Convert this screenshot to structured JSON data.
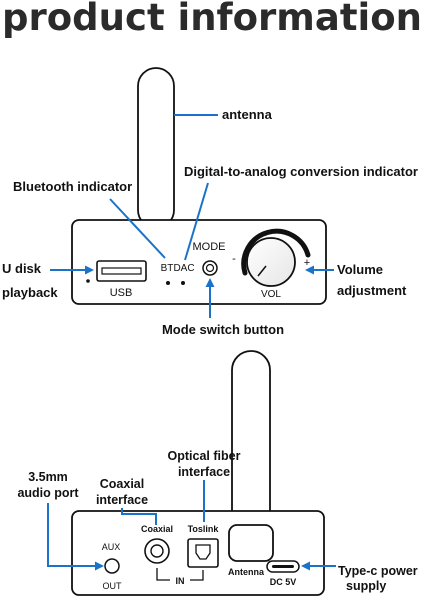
{
  "title": "product information",
  "top_view": {
    "labels": {
      "antenna": "antenna",
      "digital_analog_indicator": "Digital-to-analog conversion indicator",
      "bluetooth_indicator": "Bluetooth indicator",
      "u_disk_line1": "U disk",
      "u_disk_line2": "playback",
      "volume_line1": "Volume",
      "volume_line2": "adjustment",
      "mode_switch": "Mode switch button"
    },
    "device_text": {
      "usb": "USB",
      "bt": "BT",
      "dac": "DAC",
      "mode": "MODE",
      "vol": "VOL",
      "minus": "-",
      "plus": "+"
    }
  },
  "bottom_view": {
    "labels": {
      "audio_port_line1": "3.5mm",
      "audio_port_line2": "audio port",
      "coaxial_line1": "Coaxial",
      "coaxial_line2": "interface",
      "optical_line1": "Optical fiber",
      "optical_line2": "interface",
      "typec_line1": "Type-c power",
      "typec_line2": "supply"
    },
    "device_text": {
      "aux": "AUX",
      "out": "OUT",
      "coaxial": "Coaxial",
      "toslink": "Toslink",
      "in": "IN",
      "antenna": "Antenna",
      "dc": "DC 5V"
    }
  },
  "colors": {
    "arrow": "#1a73c8",
    "outline": "#111111",
    "title": "#2b2b2b"
  }
}
